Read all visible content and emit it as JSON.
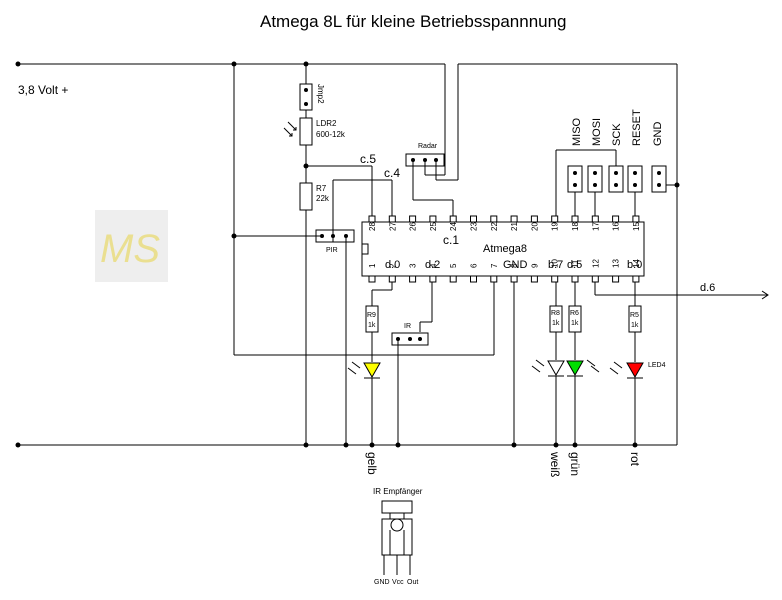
{
  "title": "Atmega 8L für kleine Betriebsspannnung",
  "supply_label": "3,8 Volt +",
  "chip": {
    "name": "Atmega8",
    "label": "c.1"
  },
  "top_pins": [
    "28",
    "27",
    "26",
    "25",
    "24",
    "23",
    "22",
    "21",
    "20",
    "19",
    "18",
    "17",
    "16",
    "15"
  ],
  "bottom_pins": [
    "1",
    "2",
    "3",
    "4",
    "5",
    "6",
    "7",
    "8",
    "9",
    "10",
    "11",
    "12",
    "13",
    "14"
  ],
  "port_labels": {
    "c5": "c.5",
    "c4": "c.4",
    "d0": "d.0",
    "d2": "d.2",
    "gnd": "GND",
    "b7": "b.7",
    "d5": "d.5",
    "b0": "b.0",
    "d6": "d.6"
  },
  "isp_labels": [
    "MISO",
    "MOSI",
    "SCK",
    "RESET",
    "GND"
  ],
  "components": {
    "jmp": "Jmp2",
    "ldr_name": "LDR2",
    "ldr_value": "600-12k",
    "r7_name": "R7",
    "r7_value": "22k",
    "pir": "PIR",
    "radar": "Radar",
    "ir": "IR",
    "r9_name": "R9",
    "r9_value": "1k",
    "r8_name": "R8",
    "r8_value": "1k",
    "r6_name": "R6",
    "r6_value": "1k",
    "r5_name": "R5",
    "r5_value": "1k",
    "led4": "LED4"
  },
  "bottom_labels": [
    "gelb",
    "weiß",
    "grün",
    "rot"
  ],
  "ir_receiver": {
    "title": "IR Empfänger",
    "pins": [
      "GND",
      "Vcc",
      "Out"
    ]
  },
  "logo_text": "MS",
  "colors": {
    "led_yellow": "#ffff00",
    "led_white": "#ffffff",
    "led_green": "#00e000",
    "led_red": "#ff0000",
    "logo_bg": "#eeeeee"
  }
}
